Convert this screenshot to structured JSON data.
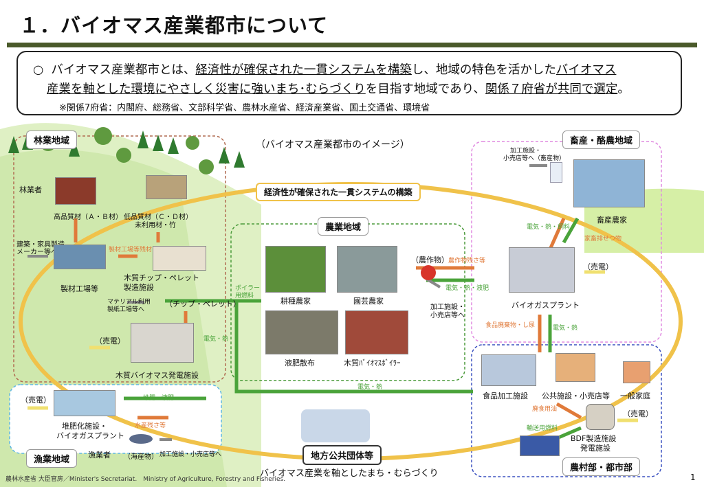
{
  "title": "１．バイオマス産業都市について",
  "summary": {
    "bullet": "○",
    "line1_a": "バイオマス産業都市とは、",
    "line1_u": "経済性が確保された一貫システムを構築",
    "line1_b": "し、地域の特色を活かした",
    "line1_u2": "バイオマス",
    "line2_u": "産業を軸とした環境にやさしく災害に強いまち･むらづくり",
    "line2_a": "を目指す地域であり、",
    "line2_u2": "関係７府省が共同で選定",
    "line2_b": "。",
    "note": "※関係7府省：内閣府、総務省、文部科学省、農林水産省、経済産業省、国土交通省、環境省"
  },
  "diagram": {
    "image_caption": "（バイオマス産業都市のイメージ）",
    "system_label": "経済性が確保された一貫システムの構築",
    "bottom_label": "バイオマス産業を軸としたまち・むらづくり",
    "local_gov": "地方公共団体等",
    "regions": {
      "forestry": "林業地域",
      "livestock": "畜産・酪農地域",
      "agriculture": "農業地域",
      "fishery": "漁業地域",
      "rural_urban": "農村部・都市部"
    },
    "forestry": {
      "forester": "林業者",
      "high_quality": "高品質材（Ａ・Ｂ材）",
      "low_quality_1": "低品質材（Ｃ・Ｄ材）",
      "low_quality_2": "未利用材・竹",
      "construction_1": "建築・家具製造",
      "construction_2": "メーカー等へ",
      "sawmill": "製材工場等",
      "sawmill_residue": "製材工場等残材",
      "chip_1": "木質チップ・ペレット",
      "chip_2": "製造施設",
      "material_1": "マテリアル利用",
      "material_2": "製紙工場等へ",
      "chip_pellet": "（チップ・ペレット）",
      "power_sale": "（売電）",
      "elec_heat": "電気・熱",
      "wood_power": "木質バイオマス発電施設"
    },
    "agriculture": {
      "boiler_fuel_1": "ボイラー",
      "boiler_fuel_2": "用燃料",
      "field": "耕種農家",
      "greenhouse": "園芸農家",
      "liquid_fert": "液肥散布",
      "wood_boiler": "木質ﾊﾞｲｵﾏｽﾎﾞｲﾗｰ",
      "crops": "（農作物）",
      "crop_residue": "農作物残さ等",
      "elec_heat_liquid": "電気・熱・液肥",
      "processing_1": "加工施設・",
      "processing_2": "小売店等へ"
    },
    "livestock": {
      "processing_1": "加工施設・",
      "processing_2": "小売店等へ（畜産物）",
      "farmer": "畜産農家",
      "elec_heat_feed": "電気・熱・飼料",
      "manure": "家畜排せつ物",
      "power_sale": "（売電）",
      "biogas": "バイオガスプラント",
      "food_waste": "食品廃棄物・し尿",
      "elec_heat": "電気・熱"
    },
    "rural": {
      "food_factory": "食品加工施設",
      "public": "公共施設・小売店等",
      "household": "一般家庭",
      "waste_oil": "廃食用油",
      "transport_fuel": "輸送用燃料",
      "bdf_1": "BDF製造施設",
      "bdf_2": "発電施設",
      "power_sale": "（売電）",
      "elec_heat": "電気・熱"
    },
    "fishery": {
      "power_sale": "（売電）",
      "compost_1": "堆肥化施設・",
      "compost_2": "バイオガスプラント",
      "compost_liquid": "堆肥・液肥",
      "fish_residue": "水産残さ等",
      "fisher": "漁業者",
      "seafood": "（海産物）",
      "processing": "加工施設・小売店等へ"
    }
  },
  "footer": {
    "credit": "農林水産省 大臣官房／Minister's Secretariat.　Ministry of Agriculture, Forestry and Fisheries.",
    "page": "1"
  }
}
